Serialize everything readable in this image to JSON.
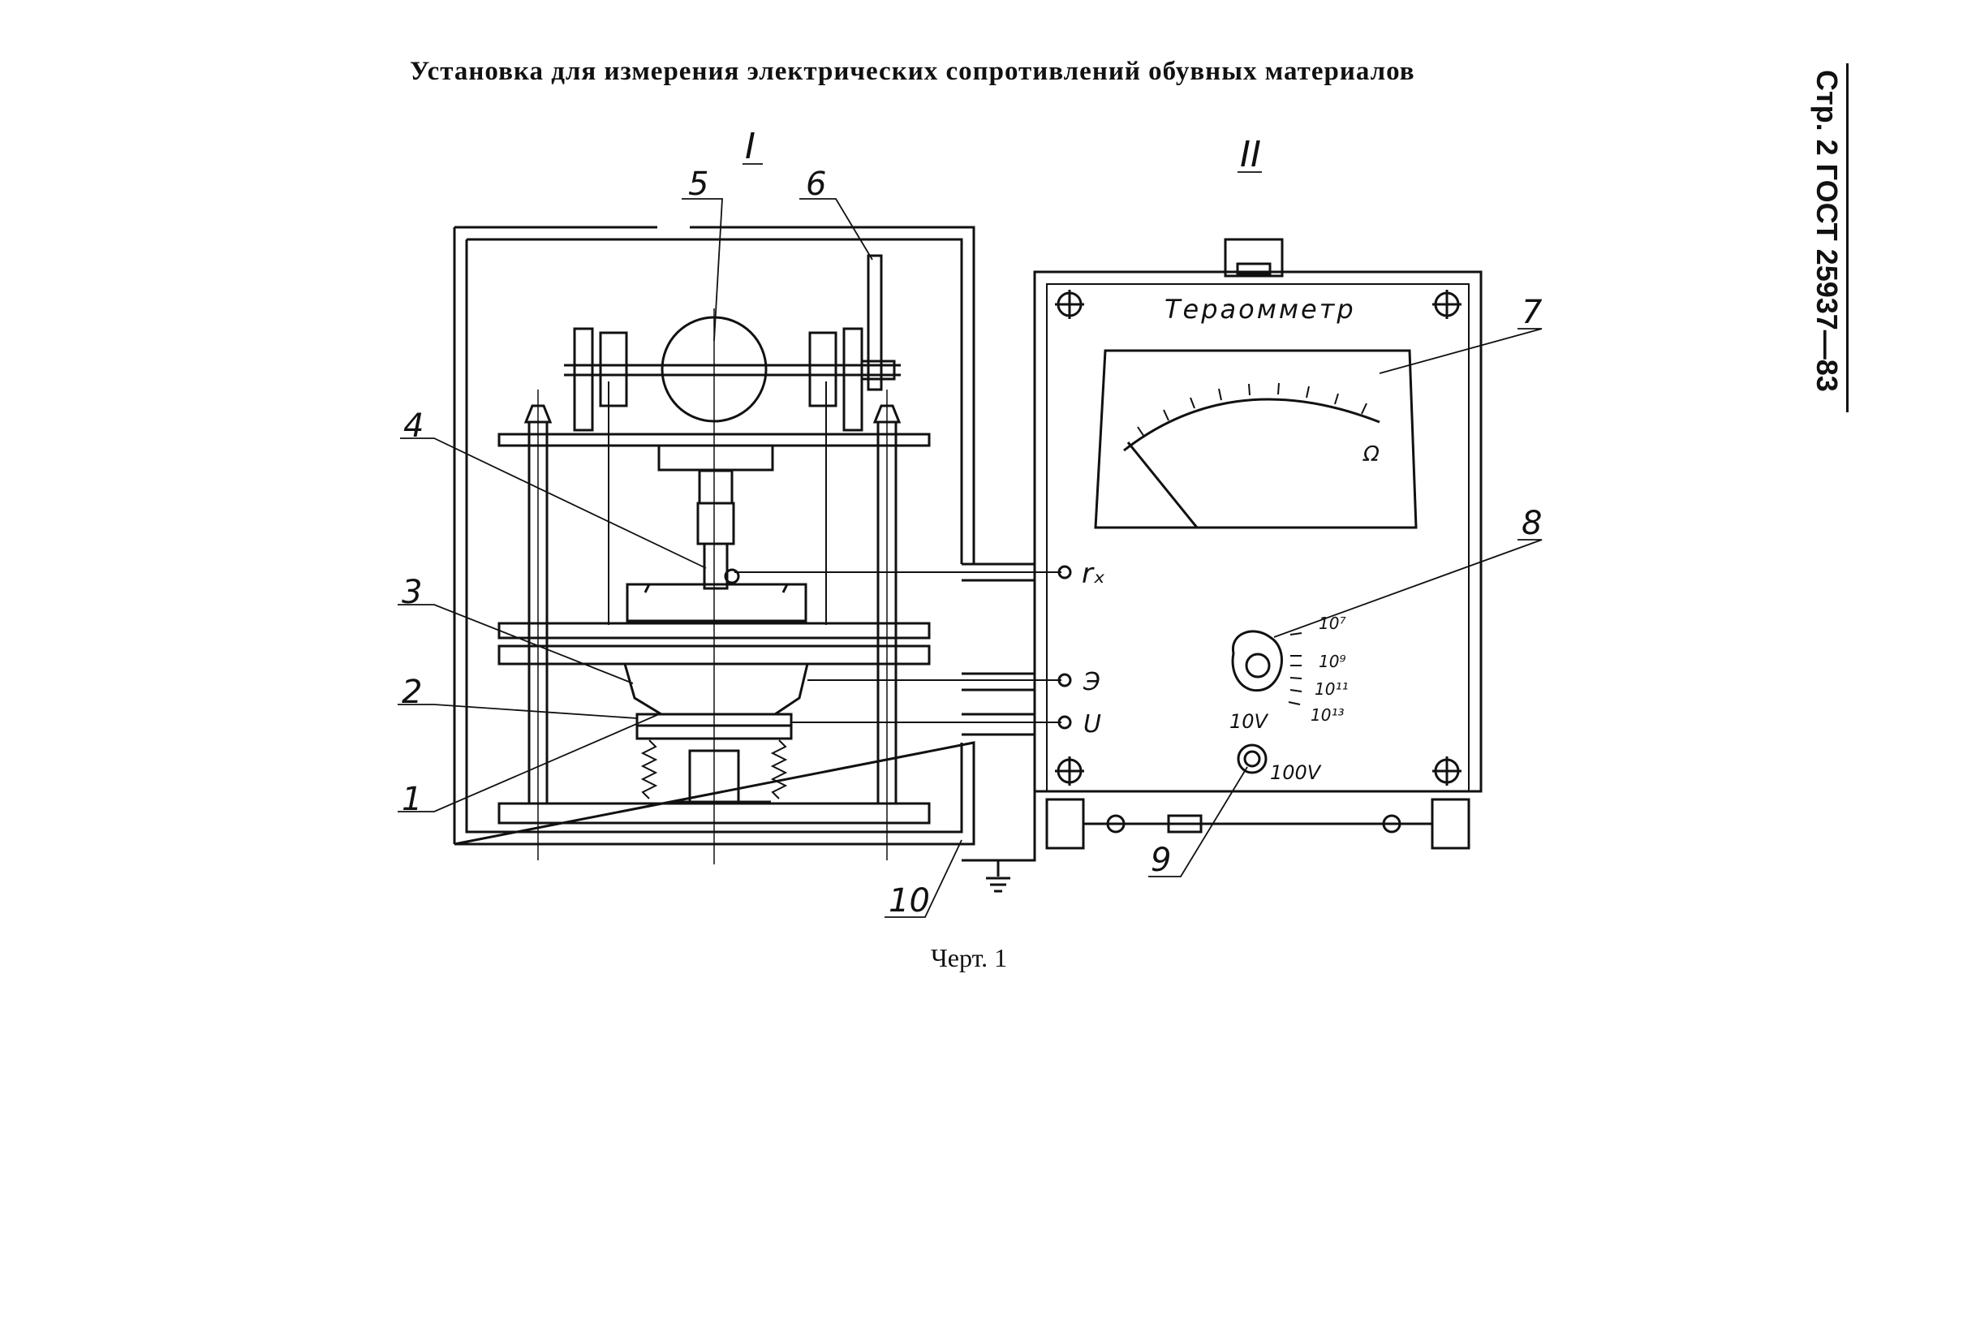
{
  "title": "Установка для измерения электрических сопротивлений обувных материалов",
  "side_header": "Стр. 2 ГОСТ 25937—83",
  "caption": "Черт. 1",
  "section_labels": {
    "section_1": "I",
    "section_2": "II"
  },
  "callouts": [
    "1",
    "2",
    "3",
    "4",
    "5",
    "6",
    "7",
    "8",
    "9",
    "10"
  ],
  "meter": {
    "name": "Тераомметр",
    "unit": "Ω",
    "range_labels": [
      "10⁷",
      "10⁹",
      "10¹¹",
      "10¹³"
    ],
    "voltage_labels": [
      "10V",
      "100V"
    ]
  },
  "terminals": [
    "rₓ",
    "Э",
    "U"
  ]
}
